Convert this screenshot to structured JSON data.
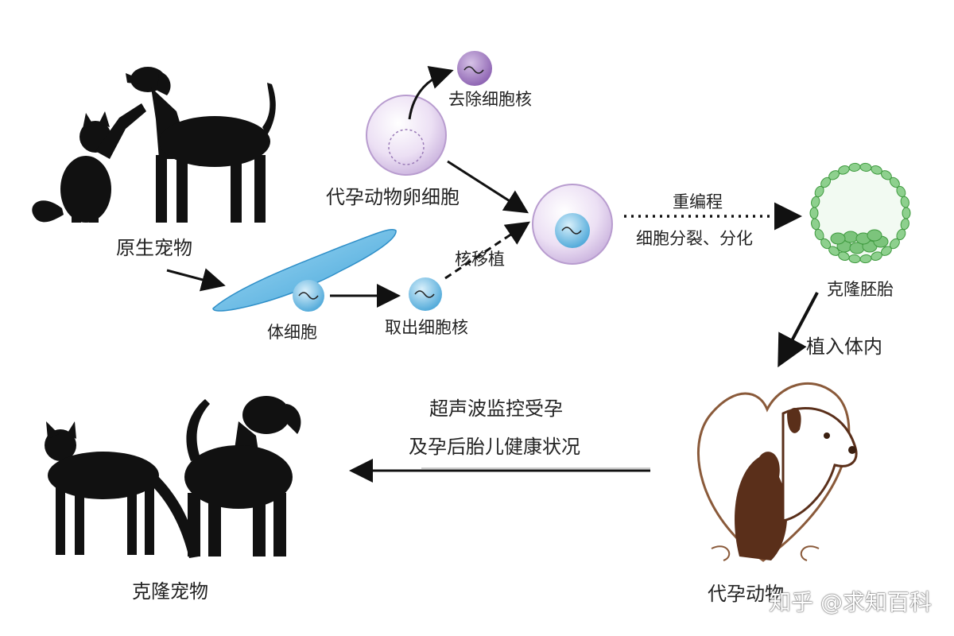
{
  "labels": {
    "original_pet": "原生宠物",
    "somatic_cell": "体细胞",
    "extract_nucleus": "取出细胞核",
    "nuclear_transfer": "核移植",
    "remove_nucleus": "去除细胞核",
    "surrogate_egg": "代孕动物卵细胞",
    "reprogramming": "重编程",
    "cell_division": "细胞分裂、分化",
    "cloned_embryo": "克隆胚胎",
    "implant": "植入体内",
    "ultrasound_line1": "超声波监控受孕",
    "ultrasound_line2": "及孕后胎儿健康状况",
    "surrogate_animal": "代孕动物",
    "cloned_pet": "克隆宠物"
  },
  "watermark": "知乎 @求知百科",
  "colors": {
    "silhouette": "#111111",
    "egg_fill": "#e6d6f0",
    "egg_stroke": "#b89ccf",
    "nucleus": "#8a5fb0",
    "somatic_cell": "#63b6e6",
    "embryo_green": "#6cc36c",
    "surrogate_brown": "#6b3a22",
    "arrow": "#111111"
  }
}
